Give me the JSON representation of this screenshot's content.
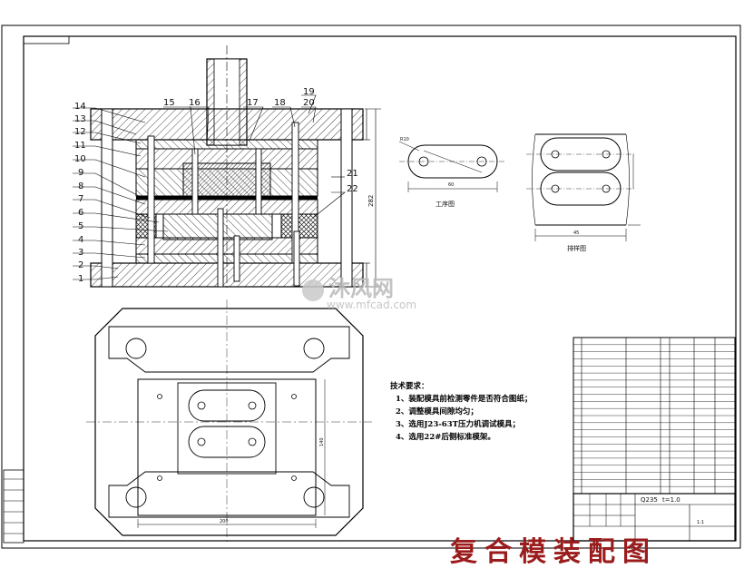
{
  "part_numbers": [
    "1",
    "2",
    "3",
    "4",
    "5",
    "6",
    "7",
    "8",
    "9",
    "10",
    "11",
    "12",
    "13",
    "14",
    "15",
    "16",
    "17",
    "18",
    "19",
    "20",
    "21",
    "22"
  ],
  "views": {
    "process_label": "工序图",
    "layout_label": "排样图"
  },
  "dimensions": {
    "process_width": "60",
    "process_radius": "R10",
    "layout_pitch": "45",
    "top_width": "200",
    "top_height": "140",
    "total_height": "282"
  },
  "tech_requirements": {
    "title": "技术要求：",
    "items": [
      "1、装配模具前检测零件是否符合图纸；",
      "2、调整模具间隙均匀；",
      "3、选用J23-63T压力机调试模具；",
      "4、选用22#后侧标准模架。"
    ]
  },
  "title_block": {
    "drawing_name": "复合模装配图",
    "material": "Q235",
    "thickness": "t=1.0",
    "scale": "1:1"
  },
  "watermark": {
    "brand": "沐风网",
    "url": "www.mfcad.com"
  }
}
